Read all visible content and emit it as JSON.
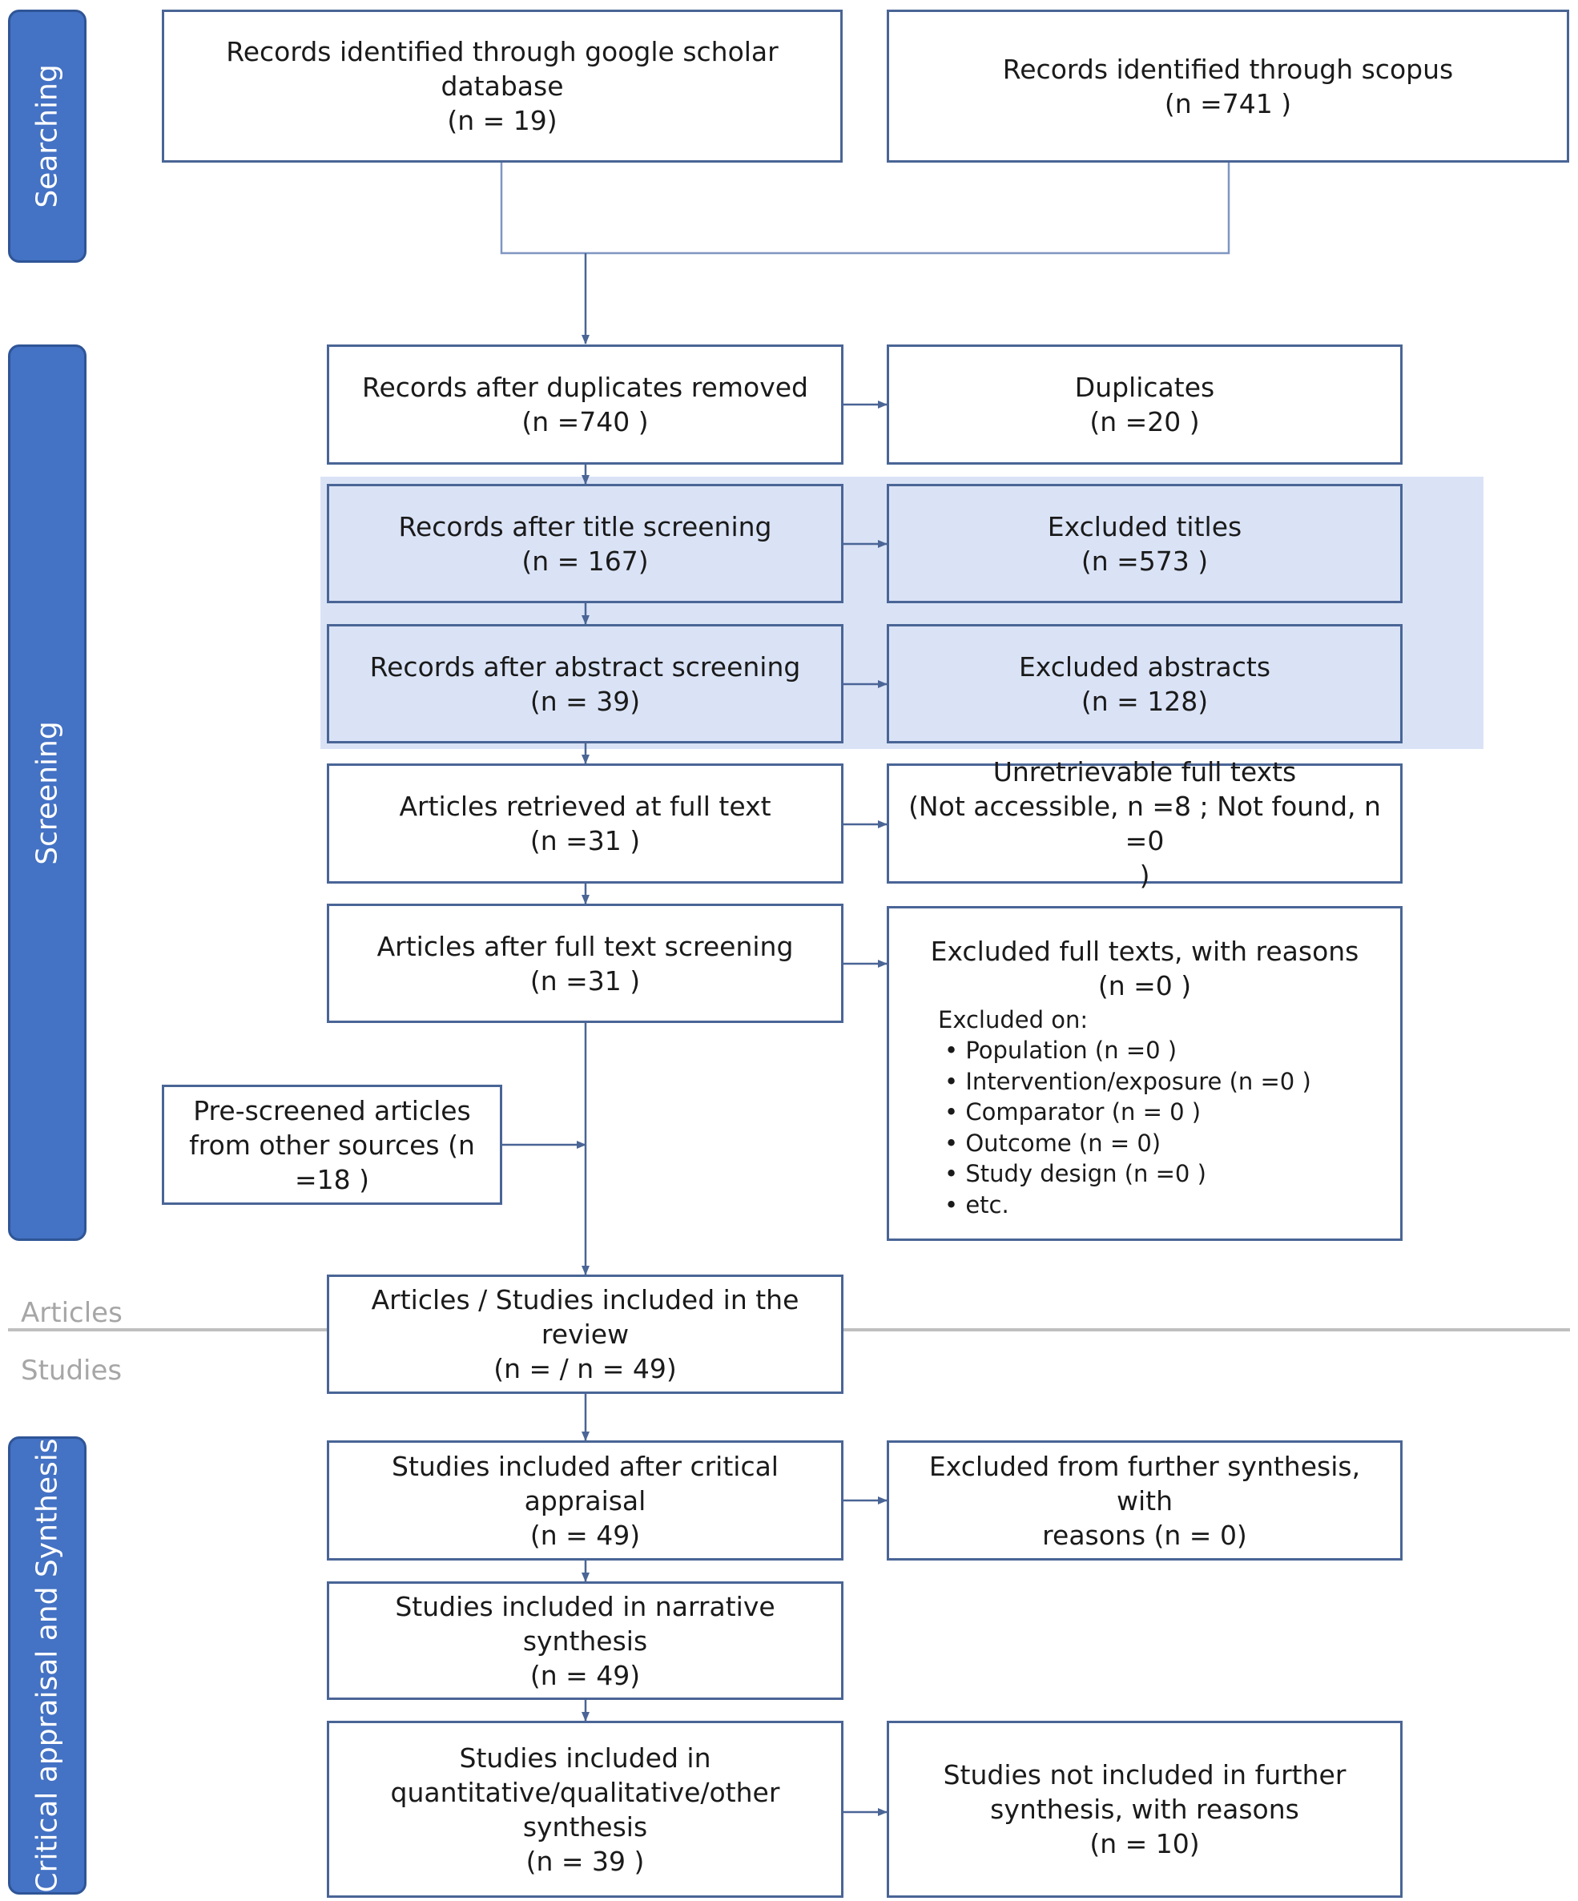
{
  "stages": {
    "searching": "Searching",
    "screening": "Screening",
    "appraisal": "Critical appraisal and Synthesis"
  },
  "divider": {
    "above": "Articles",
    "below": "Studies"
  },
  "boxes": {
    "google_scholar": [
      "Records identified through google scholar database",
      "(n = 19)"
    ],
    "scopus": [
      "Records identified through scopus",
      "(n =741 )"
    ],
    "after_duplicates": [
      "Records after duplicates removed",
      "(n =740 )"
    ],
    "duplicates": [
      "Duplicates",
      "(n =20 )"
    ],
    "after_title": [
      "Records after title screening",
      "(n = 167)"
    ],
    "excluded_titles": [
      "Excluded titles",
      "(n =573 )"
    ],
    "after_abstract": [
      "Records after abstract screening",
      "(n = 39)"
    ],
    "excluded_abstracts": [
      "Excluded abstracts",
      "(n = 128)"
    ],
    "retrieved_full_text": [
      "Articles retrieved at full text",
      "(n =31 )"
    ],
    "unretrievable": [
      "Unretrievable full texts",
      "(Not accessible, n =8 ; Not found, n =0",
      ")"
    ],
    "after_full_text": [
      "Articles after full text screening",
      "(n =31 )"
    ],
    "pre_screened": [
      "Pre-screened articles",
      "from other sources (n",
      "=18 )"
    ],
    "included_review": [
      "Articles / Studies included in the",
      "review",
      "(n = / n =  49)"
    ],
    "after_appraisal": [
      "Studies included after critical appraisal",
      "(n = 49)"
    ],
    "excluded_synthesis": [
      "Excluded from further synthesis, with",
      "reasons (n = 0)"
    ],
    "narrative": [
      "Studies included in narrative synthesis",
      "(n = 49)"
    ],
    "quantitative": [
      "Studies included in",
      "quantitative/qualitative/other",
      "synthesis",
      "(n = 39 )"
    ],
    "not_included": [
      "Studies not included in further",
      "synthesis, with reasons",
      "(n = 10)"
    ]
  },
  "excluded_full_texts": {
    "title": [
      "Excluded full texts, with reasons",
      "(n =0 )"
    ],
    "excluded_on": "Excluded on:",
    "reasons": [
      "Population (n =0 )",
      "Intervention/exposure (n =0 )",
      "Comparator (n = 0 )",
      "Outcome (n = 0)",
      "Study design (n =0 )",
      "etc."
    ]
  },
  "colors": {
    "stage_fill": "#4472c4",
    "box_border": "#4a6596",
    "highlight_fill": "#dae3f6",
    "connector": "#4a6596",
    "divider_line": "#bfbfbf",
    "divider_text": "#a6a6a6"
  }
}
